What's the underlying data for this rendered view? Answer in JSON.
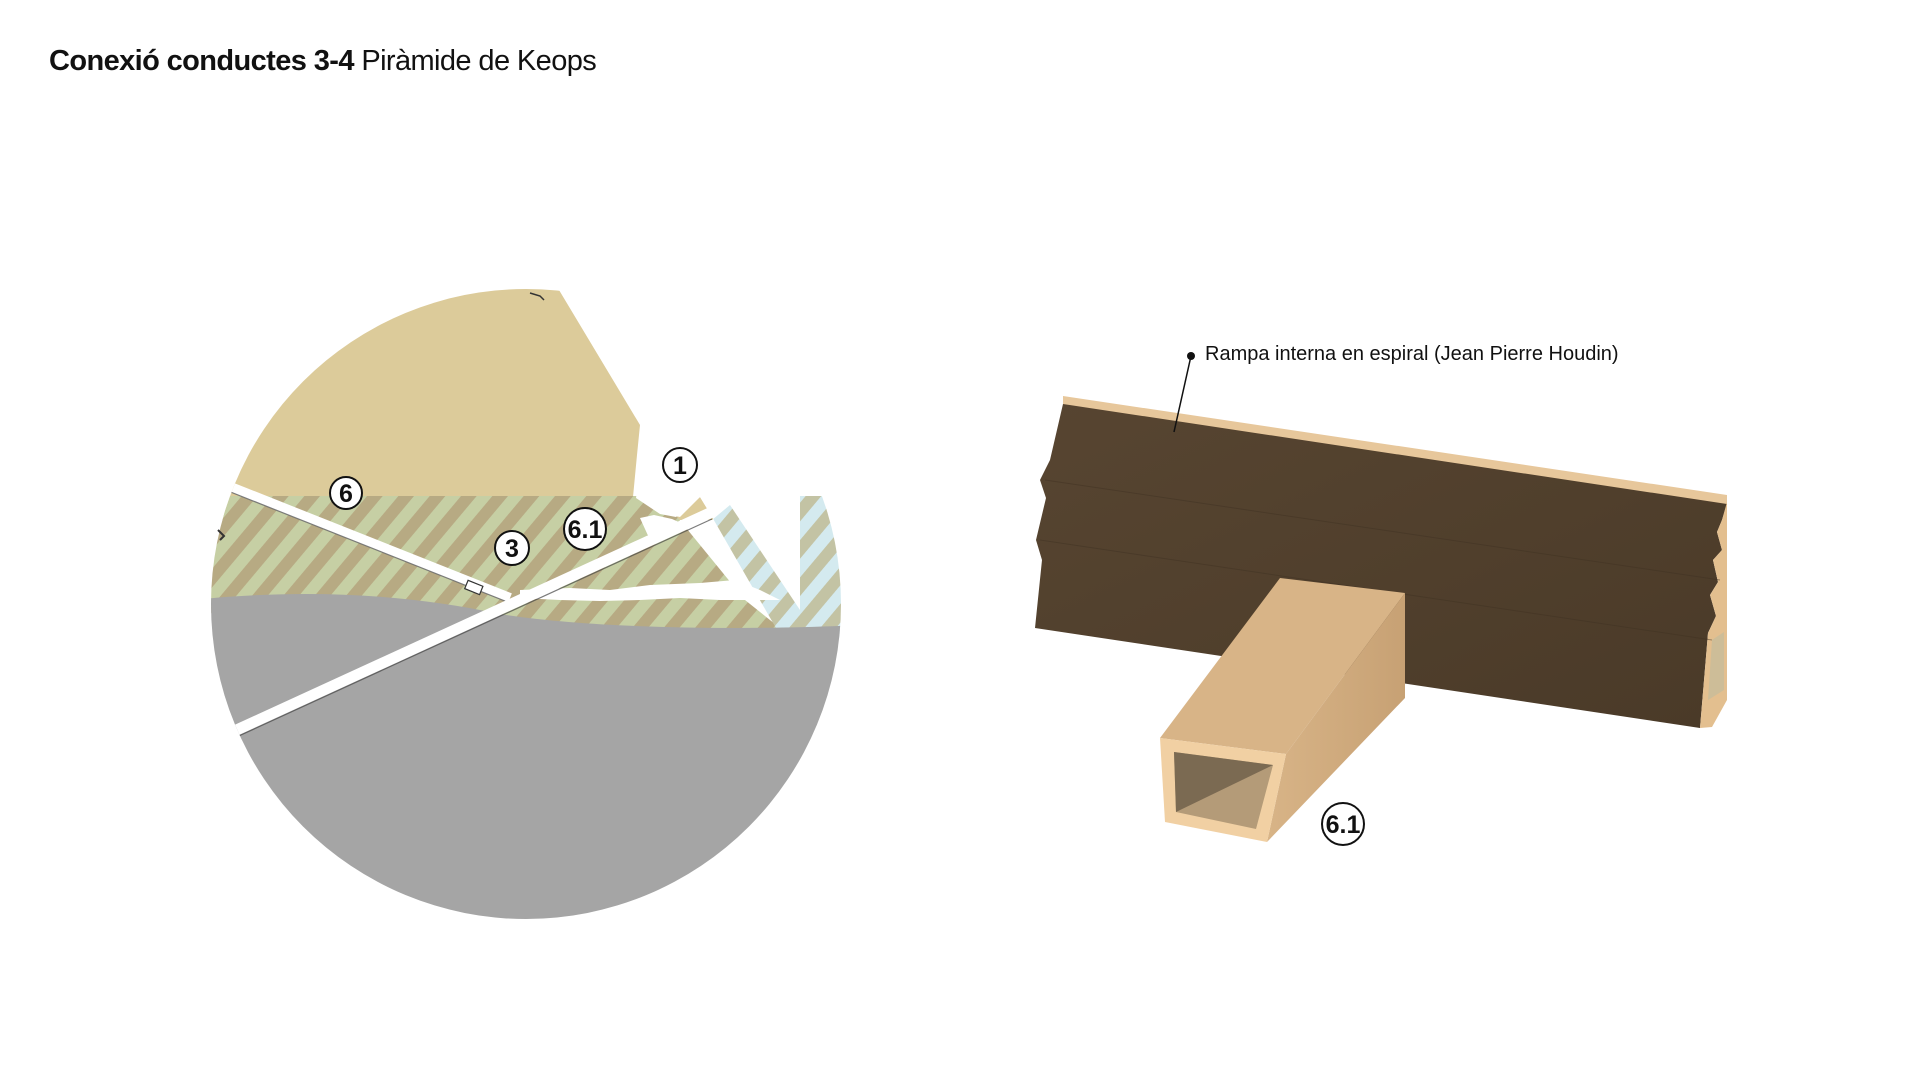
{
  "title": {
    "bold": "Conexió conductes 3-4",
    "regular": "Piràmide de Keops"
  },
  "section_detail": {
    "labels": {
      "duct_6": "6",
      "chamber_1": "1",
      "duct_3": "3",
      "duct_6_1": "6.1"
    }
  },
  "isometric_detail": {
    "annotation": "Rampa interna en espiral (Jean Pierre Houdin)",
    "duct_label": "6.1"
  },
  "colors": {
    "sand": "#dccb9a",
    "hatch_green": "#c6cfa4",
    "hatch_stripe": "#b7aa83",
    "hatch_blue": "#d4eaef",
    "granite_grey": "#a5a5a5",
    "ramp_dark": "#52412e",
    "duct_light": "#d2ae80",
    "duct_edge": "#f1d0a3"
  }
}
